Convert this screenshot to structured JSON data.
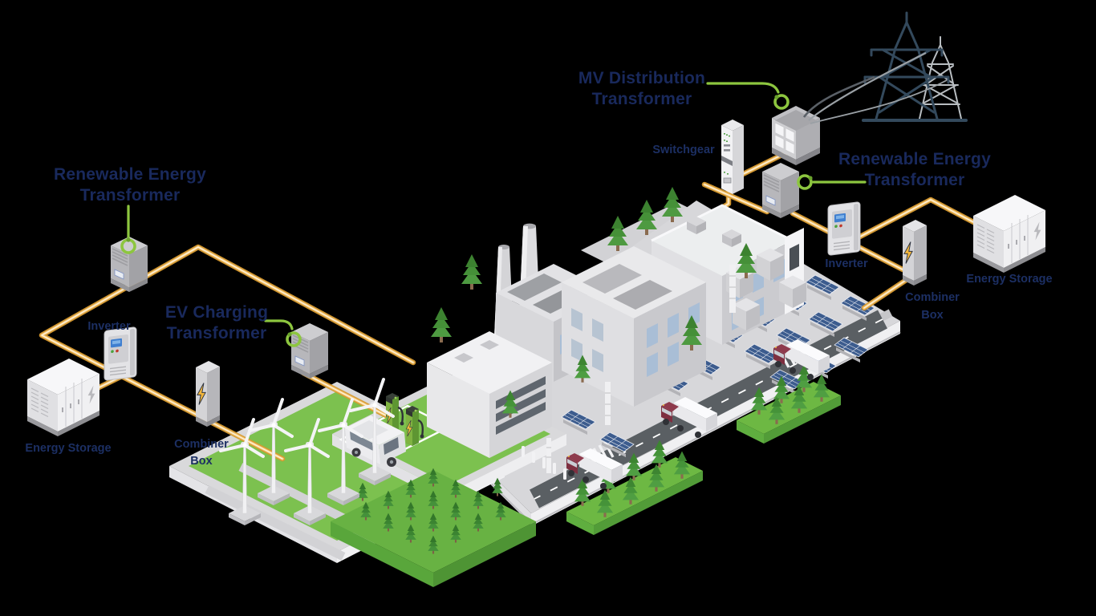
{
  "title": "Microgrid renewable energy system diagram",
  "colors": {
    "background": "#000000",
    "label_navy": "#19295c",
    "accent_green": "#8dc63f",
    "wire_gold": "#e8a83e",
    "grass_green": "#7cc14f",
    "forest_green": "#68b243",
    "platform_gray": "#d7d7da",
    "solar_blue": "#3c5c8e",
    "bolt_yellow": "#f2b63c"
  },
  "callouts": {
    "mv": {
      "line1": "MV Distribution",
      "line2": "Transformer"
    },
    "renewable_left": {
      "line1": "Renewable Energy",
      "line2": "Transformer"
    },
    "renewable_right": {
      "line1": "Renewable Energy",
      "line2": "Transformer"
    },
    "ev": {
      "line1": "EV Charging",
      "line2": "Transformer"
    }
  },
  "labels": {
    "switchgear": "Switchgear",
    "inverter_left": "Inverter",
    "inverter_right": "Inverter",
    "energy_storage_left": "Energy Storage",
    "energy_storage_right": "Energy Storage",
    "combiner_left_line1": "Combiner",
    "combiner_left_line2": "Box",
    "combiner_right_line1": "Combiner",
    "combiner_right_line2": "Box"
  },
  "icons": [
    "lightning-bolt-icon",
    "power-ring-icon",
    "transmission-tower-icon",
    "wind-turbine-icon",
    "solar-panel-icon",
    "pine-tree-icon"
  ]
}
